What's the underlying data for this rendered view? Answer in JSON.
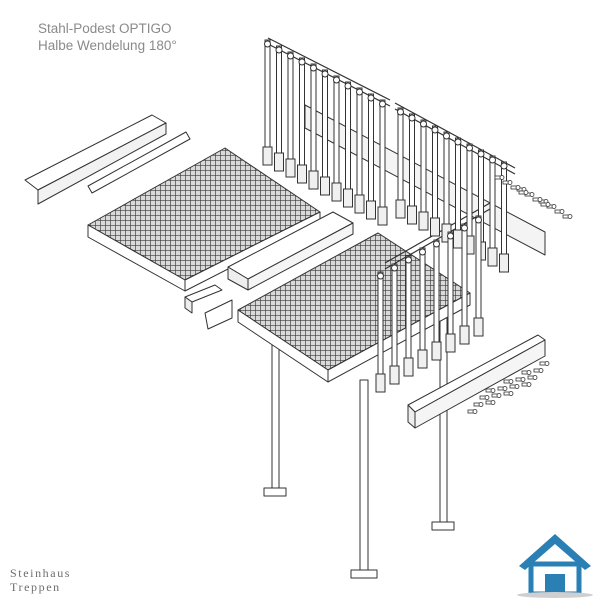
{
  "caption": {
    "line1": "Stahl-Podest OPTIGO",
    "line2": "Halbe Wendelung 180°"
  },
  "brand": {
    "line1": "Steinhaus",
    "line2": "Treppen"
  },
  "logo": {
    "icon": "house-icon",
    "color": "#2a7fb5"
  }
}
